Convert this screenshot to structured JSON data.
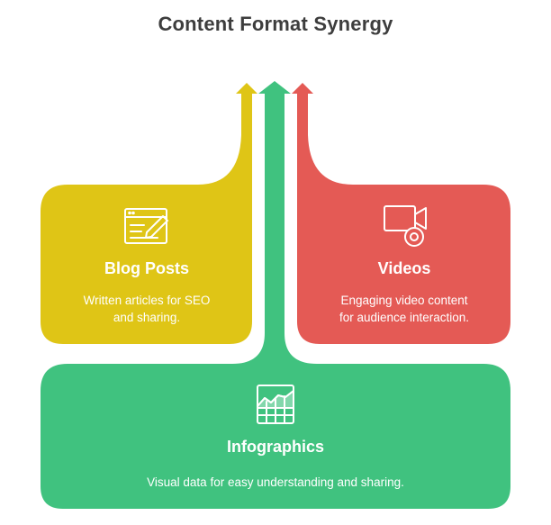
{
  "title": "Content Format Synergy",
  "colors": {
    "blog": "#dfc516",
    "videos": "#e45a55",
    "infographics": "#40c27f",
    "title": "#3d3d3d",
    "text": "#ffffff"
  },
  "cards": {
    "blog": {
      "icon": "blog-edit-icon",
      "title": "Blog Posts",
      "desc_line1": "Written articles for SEO",
      "desc_line2": "and sharing."
    },
    "videos": {
      "icon": "video-camera-icon",
      "title": "Videos",
      "desc_line1": "Engaging video content",
      "desc_line2": "for audience interaction."
    },
    "infographics": {
      "icon": "chart-grid-icon",
      "title": "Infographics",
      "desc_line1": "Visual data for easy understanding and sharing."
    }
  }
}
